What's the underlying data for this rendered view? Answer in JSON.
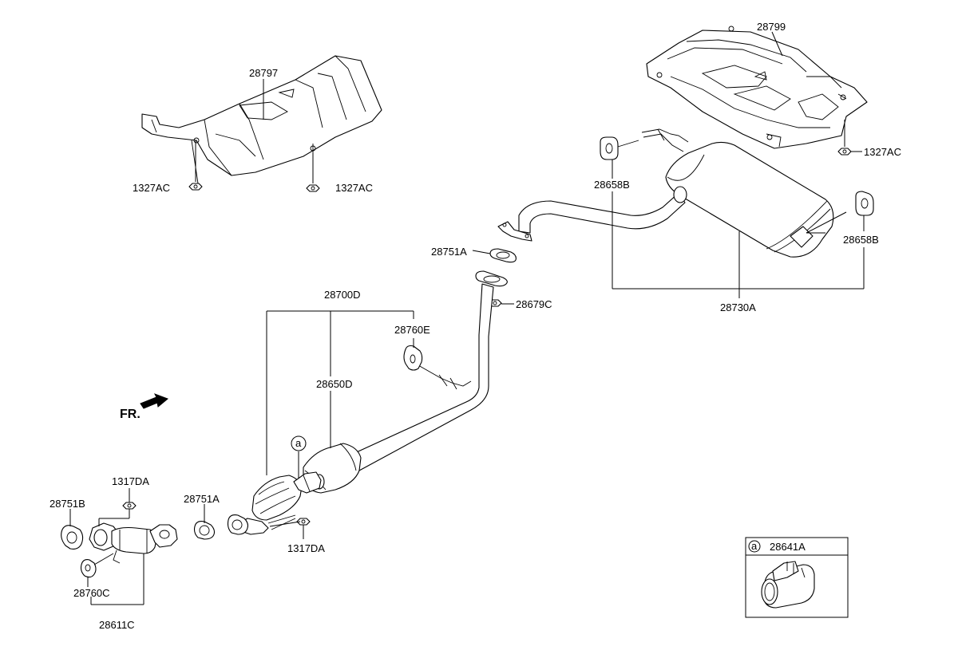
{
  "labels": {
    "p28797": "28797",
    "p28799": "28799",
    "p1327ac_a": "1327AC",
    "p1327ac_b": "1327AC",
    "p1327ac_c": "1327AC",
    "p28658b_a": "28658B",
    "p28658b_b": "28658B",
    "p28730a": "28730A",
    "p28751a_top": "28751A",
    "p28679c": "28679C",
    "p28700d": "28700D",
    "p28760e": "28760E",
    "p28650d": "28650D",
    "fr": "FR.",
    "callout_a": "a",
    "p1317da_top": "1317DA",
    "p1317da_bottom": "1317DA",
    "p28751b": "28751B",
    "p28751a_bottom": "28751A",
    "p28760c": "28760C",
    "p28611c": "28611C",
    "inset_callout": "a",
    "p28641a": "28641A"
  }
}
